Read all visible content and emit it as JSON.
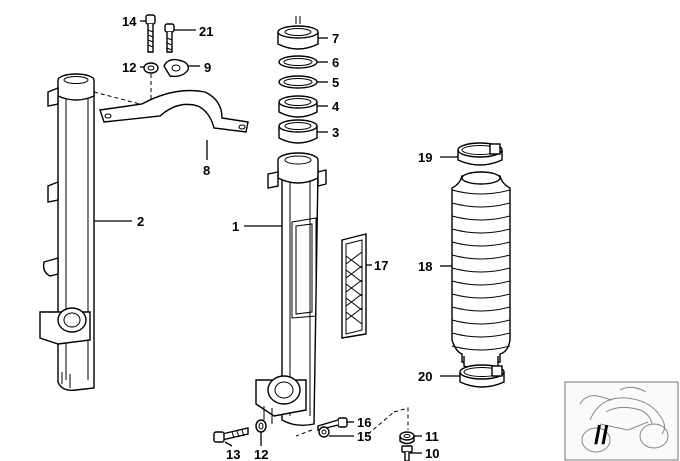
{
  "callouts": {
    "c1": "1",
    "c2": "2",
    "c3": "3",
    "c4": "4",
    "c5": "5",
    "c6": "6",
    "c7": "7",
    "c8": "8",
    "c9": "9",
    "c10": "10",
    "c11": "11",
    "c12a": "12",
    "c12b": "12",
    "c13": "13",
    "c14": "14",
    "c15": "15",
    "c16": "16",
    "c17": "17",
    "c18": "18",
    "c19": "19",
    "c20": "20",
    "c21": "21"
  },
  "thumbnail": {
    "icon": "motorcycle-icon",
    "marker": "//"
  }
}
